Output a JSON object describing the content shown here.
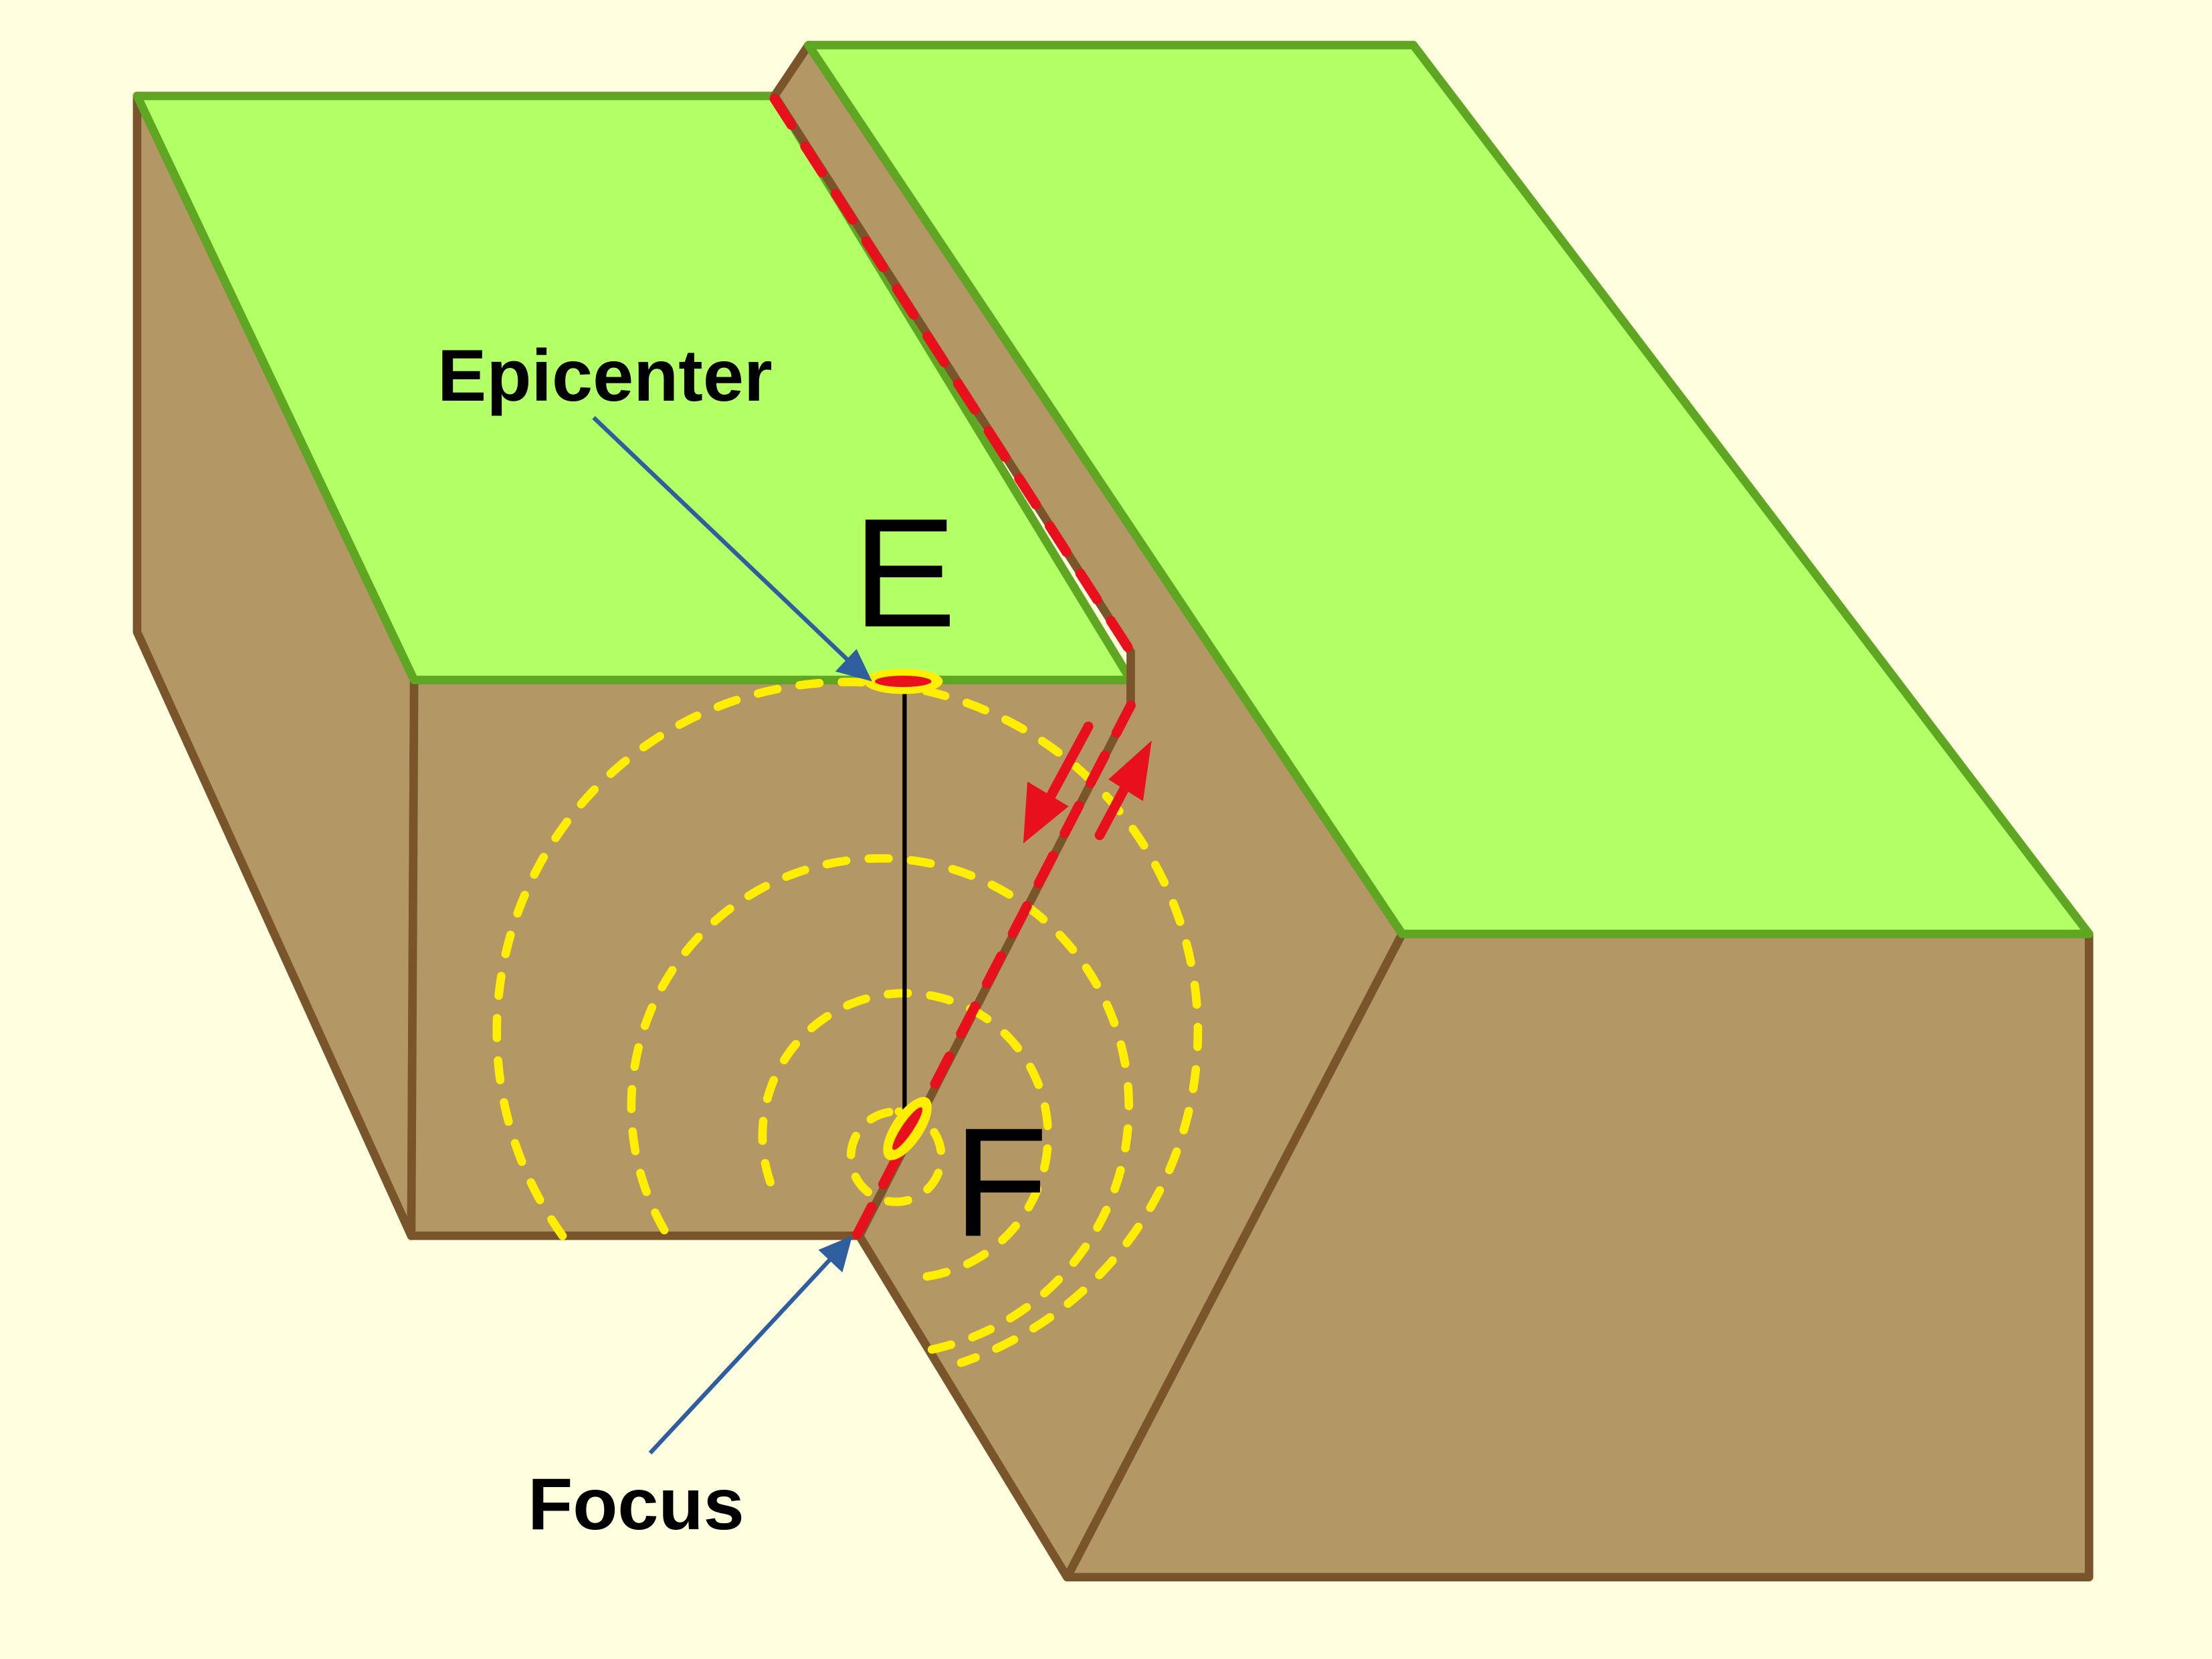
{
  "labels": {
    "epicenter": "Epicenter",
    "focus": "Focus",
    "point_e": "E",
    "point_f": "F"
  },
  "colors": {
    "background": "#FFFFE0",
    "ground_top": "#B2FF66",
    "ground_edge": "#5FA623",
    "earth": "#B39866",
    "earth_edge": "#7A552C",
    "fault_line": "#E8101C",
    "seismic_waves": "#FFEE00",
    "arrow": "#2E5E9E"
  }
}
